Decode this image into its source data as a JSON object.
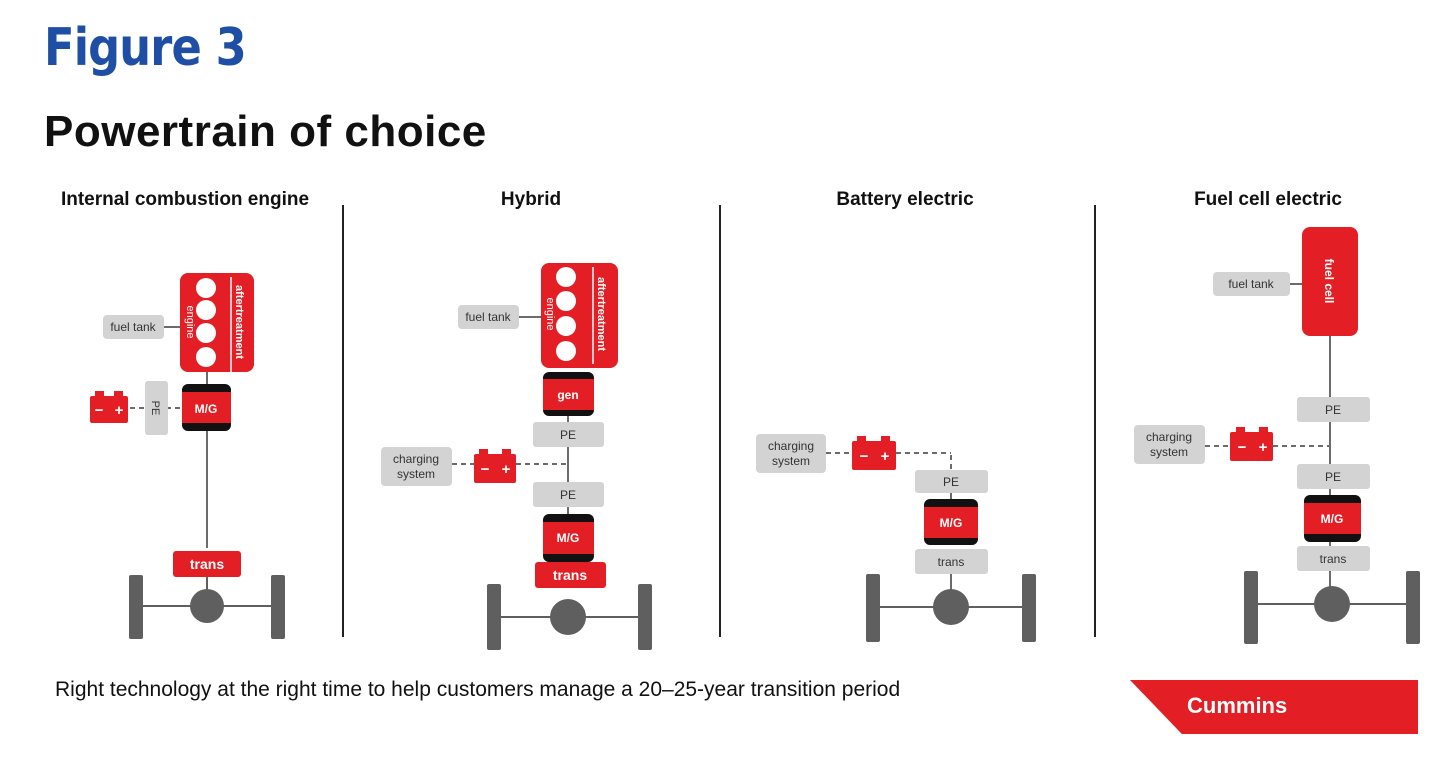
{
  "figure_label": "Figure 3",
  "title": "Powertrain of choice",
  "columns": [
    {
      "heading": "Internal combustion engine",
      "labels": {
        "fuel_tank": "fuel tank",
        "engine": "engine",
        "aftertreatment": "aftertreatment",
        "pe": "PE",
        "mg": "M/G",
        "trans": "trans"
      }
    },
    {
      "heading": "Hybrid",
      "labels": {
        "fuel_tank": "fuel tank",
        "engine": "engine",
        "aftertreatment": "aftertreatment",
        "gen": "gen",
        "pe_top": "PE",
        "charging_system_line1": "charging",
        "charging_system_line2": "system",
        "pe_bottom": "PE",
        "mg": "M/G",
        "trans": "trans"
      }
    },
    {
      "heading": "Battery electric",
      "labels": {
        "charging_system_line1": "charging",
        "charging_system_line2": "system",
        "pe": "PE",
        "mg": "M/G",
        "trans": "trans"
      }
    },
    {
      "heading": "Fuel cell electric",
      "labels": {
        "fuel_tank": "fuel tank",
        "fuel_cell": "fuel cell",
        "pe_top": "PE",
        "charging_system_line1": "charging",
        "charging_system_line2": "system",
        "pe_bottom": "PE",
        "mg": "M/G",
        "trans": "trans"
      }
    }
  ],
  "battery_symbols": {
    "minus": "−",
    "plus": "+"
  },
  "caption": "Right technology at the right time to help customers manage a 20–25-year transition period",
  "logo": "Cummins",
  "colors": {
    "figure_label": "#1f4fa5",
    "accent_red": "#e31e24",
    "gray_box": "#d3d3d3",
    "line": "#6b6b6b",
    "wheel": "#5f5f5f"
  }
}
